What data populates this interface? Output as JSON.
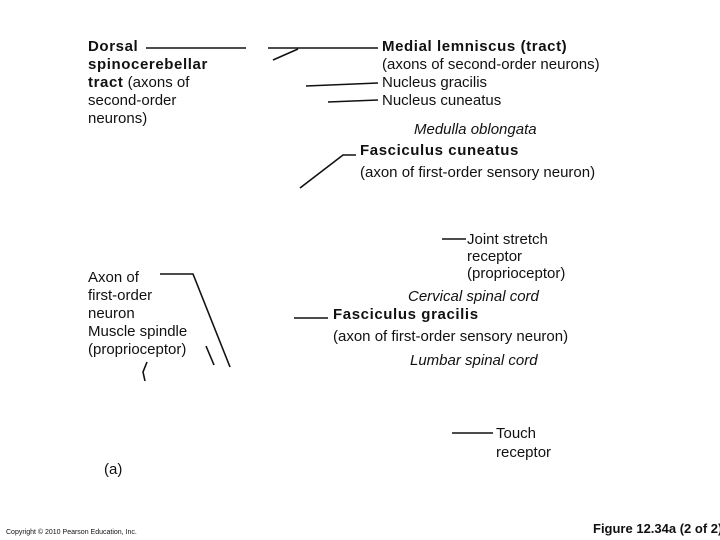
{
  "labels": {
    "dorsal_spino": {
      "line1": "Dorsal",
      "line2": "spinocerebellar",
      "line3_bold": "tract",
      "line3_rest": " (axons of",
      "line4": "second-order",
      "line5": "neurons)"
    },
    "medial_lemniscus": {
      "title": "Medial lemniscus (tract)",
      "sub": "(axons of second-order neurons)"
    },
    "nucleus_gracilis": "Nucleus gracilis",
    "nucleus_cuneatus": "Nucleus cuneatus",
    "medulla": "Medulla oblongata",
    "fasciculus_cuneatus": {
      "title": "Fasciculus cuneatus",
      "sub": "(axon of first-order sensory neuron)"
    },
    "joint_stretch": {
      "line1": "Joint stretch",
      "line2": "receptor",
      "line3": "(proprioceptor)"
    },
    "cervical": "Cervical spinal cord",
    "fasciculus_gracilis": {
      "title": "Fasciculus gracilis",
      "sub": "(axon of first-order sensory neuron)"
    },
    "lumbar": "Lumbar spinal cord",
    "axon_first_order": {
      "line1": "Axon of",
      "line2": "first-order",
      "line3": "neuron",
      "line4": "Muscle spindle",
      "line5": "(proprioceptor)"
    },
    "touch_receptor": {
      "line1": "Touch",
      "line2": "receptor"
    },
    "panel": "(a)"
  },
  "footer": {
    "copyright": "Copyright © 2010 Pearson Education, Inc.",
    "figure": "Figure 12.34a (2 of 2)"
  }
}
